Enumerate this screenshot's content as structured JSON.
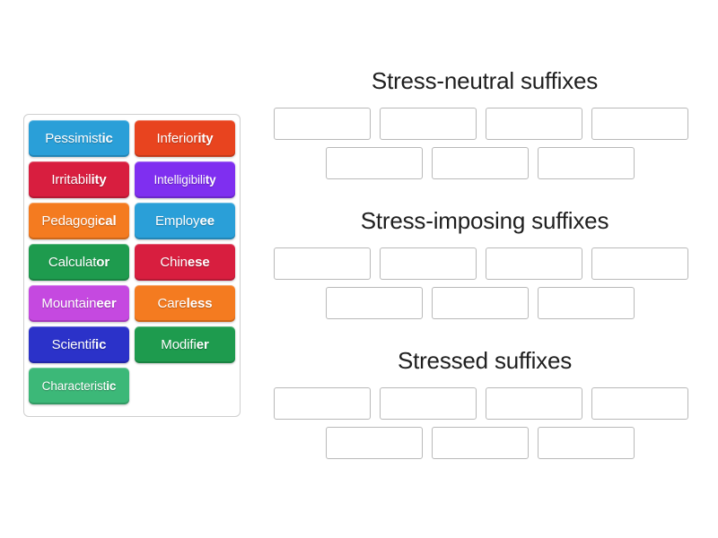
{
  "tray": {
    "name": "word-tile-tray",
    "tiles": [
      {
        "stem": "Pessimist",
        "suffix": "ic",
        "full": "Pessimistic",
        "color": "#2a9fd8"
      },
      {
        "stem": "Inferior",
        "suffix": "ity",
        "full": "Inferiority",
        "color": "#e8441f"
      },
      {
        "stem": "Irritabil",
        "suffix": "ity",
        "full": "Irritability",
        "color": "#d81e3f"
      },
      {
        "stem": "Intelligibili",
        "suffix": "ty",
        "full": "Intelligibility",
        "color": "#7f2ff0"
      },
      {
        "stem": "Pedagogi",
        "suffix": "cal",
        "full": "Pedagogical",
        "color": "#f47b20"
      },
      {
        "stem": "Employ",
        "suffix": "ee",
        "full": "Employee",
        "color": "#2a9fd8"
      },
      {
        "stem": "Calculat",
        "suffix": "or",
        "full": "Calculator",
        "color": "#1e9b4e"
      },
      {
        "stem": "Chin",
        "suffix": "ese",
        "full": "Chinese",
        "color": "#d81e3f"
      },
      {
        "stem": "Mountain",
        "suffix": "eer",
        "full": "Mountaineer",
        "color": "#c549e0"
      },
      {
        "stem": "Care",
        "suffix": "less",
        "full": "Careless",
        "color": "#f47b20"
      },
      {
        "stem": "Scientif",
        "suffix": "ic",
        "full": "Scientific",
        "color": "#2b32c9"
      },
      {
        "stem": "Modifi",
        "suffix": "er",
        "full": "Modifier",
        "color": "#1e9b4e"
      },
      {
        "stem": "Characterist",
        "suffix": "ic",
        "full": "Characteristic",
        "color": "#3cb878"
      }
    ]
  },
  "categories": [
    {
      "title": "Stress-neutral suffixes",
      "slots_row_a": 4,
      "slots_row_b": 3
    },
    {
      "title": "Stress-imposing suffixes",
      "slots_row_a": 4,
      "slots_row_b": 3
    },
    {
      "title": "Stressed suffixes",
      "slots_row_a": 4,
      "slots_row_b": 3
    }
  ],
  "colors": {
    "page_background": "#ffffff",
    "tray_border": "#cfcfcf",
    "slot_border": "#b9b9b9",
    "title_text": "#1f1f1f",
    "tile_text": "#ffffff"
  }
}
